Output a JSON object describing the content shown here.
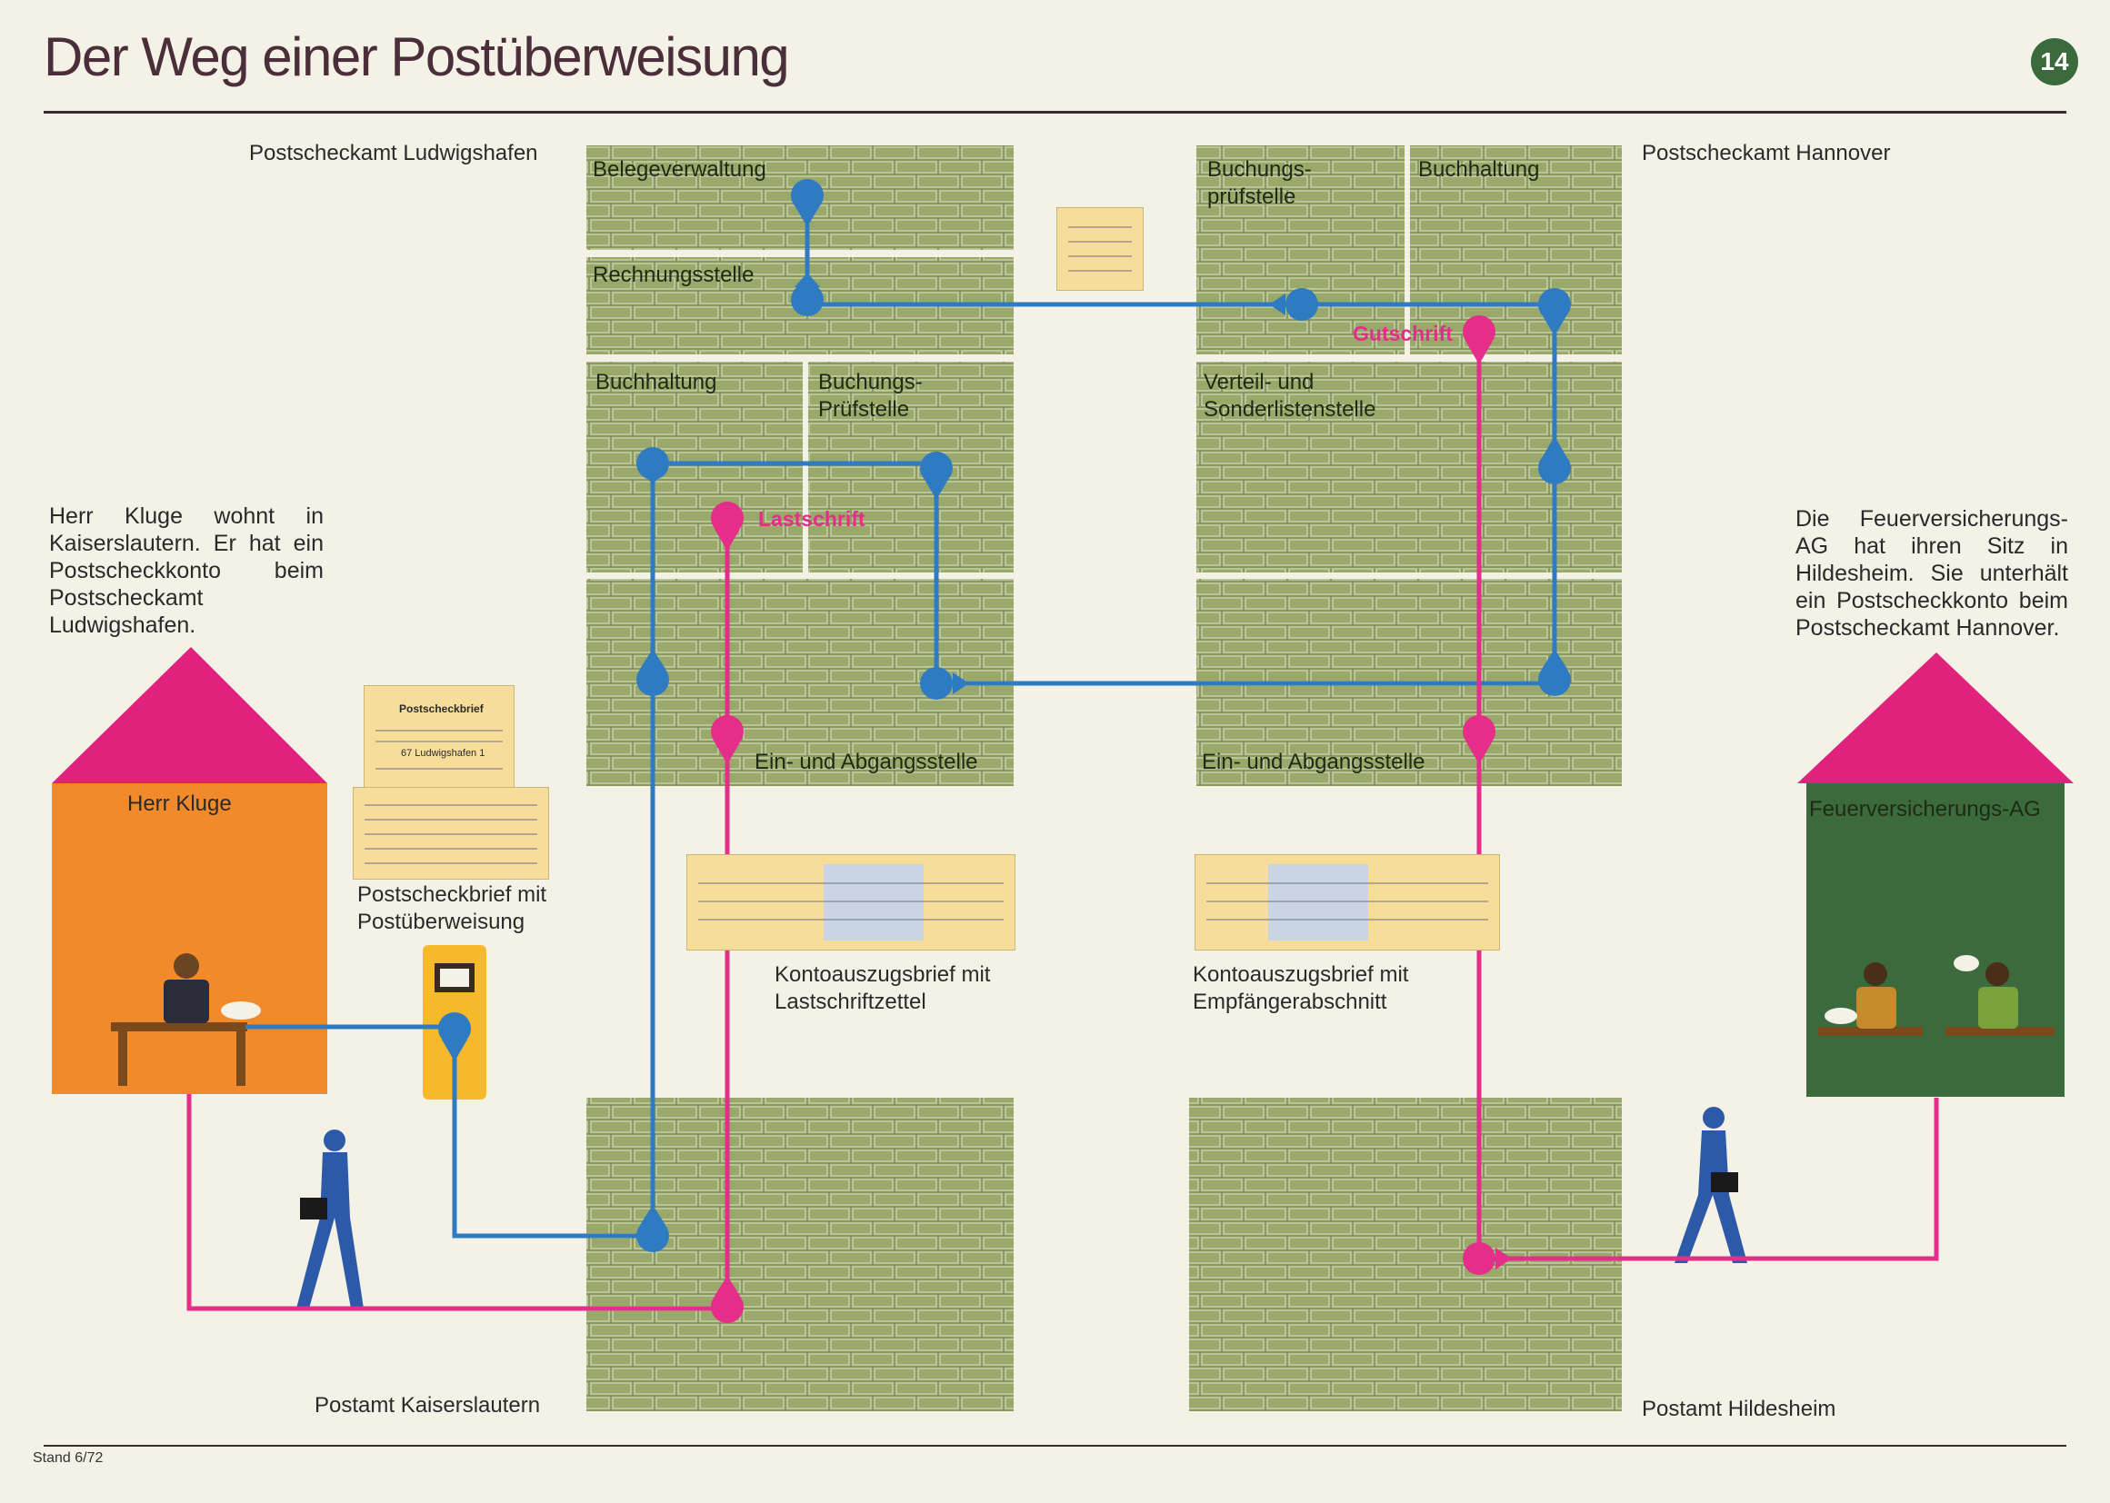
{
  "title": "Der Weg einer Postüberweisung",
  "page_number": "14",
  "ludwigshafen": {
    "name": "Postscheckamt Ludwigshafen",
    "departments": [
      "Belegeverwaltung",
      "Rechnungsstelle",
      "Buchhaltung",
      "Buchungs-\nPrüfstelle",
      "Ein- und Abgangsstelle"
    ],
    "debit_label": "Lastschrift"
  },
  "hannover": {
    "name": "Postscheckamt Hannover",
    "departments": [
      "Buchungs-\nprüfstelle",
      "Buchhaltung",
      "Verteil- und\nSonderlistenstelle",
      "Ein- und Abgangsstelle"
    ],
    "credit_label": "Gutschrift"
  },
  "left_text": "Herr Kluge wohnt in Kaiserslautern. Er hat ein Postscheckkonto beim Postscheckamt Ludwigshafen.",
  "right_text": "Die Feuerversicherungs-AG hat ihren Sitz in Hildesheim. Sie unterhält ein Postscheckkonto beim Postscheckamt Hannover.",
  "house_left": "Herr Kluge",
  "house_right": "Feuerversicherungs-AG",
  "letter_caption": "Postscheckbrief mit\nPostüberweisung",
  "letter_heading": "Postscheckbrief",
  "letter_address": "67 Ludwigshafen 1",
  "statement_left": "Kontoauszugsbrief mit\nLastschriftzettel",
  "statement_right": "Kontoauszugsbrief mit\nEmpfängerabschnitt",
  "postoffice_left": "Postamt Kaiserslautern",
  "postoffice_right": "Postamt Hildesheim",
  "footer": "Stand 6/72",
  "colors": {
    "building": "#8a9a58",
    "building_light": "#9fae6b",
    "blue_route": "#2f7bc1",
    "red_route": "#e52d8a",
    "house_left": "#f08a2a",
    "house_right": "#3b6b3c",
    "roof": "#e0227d",
    "mailbox": "#f5b92b"
  }
}
